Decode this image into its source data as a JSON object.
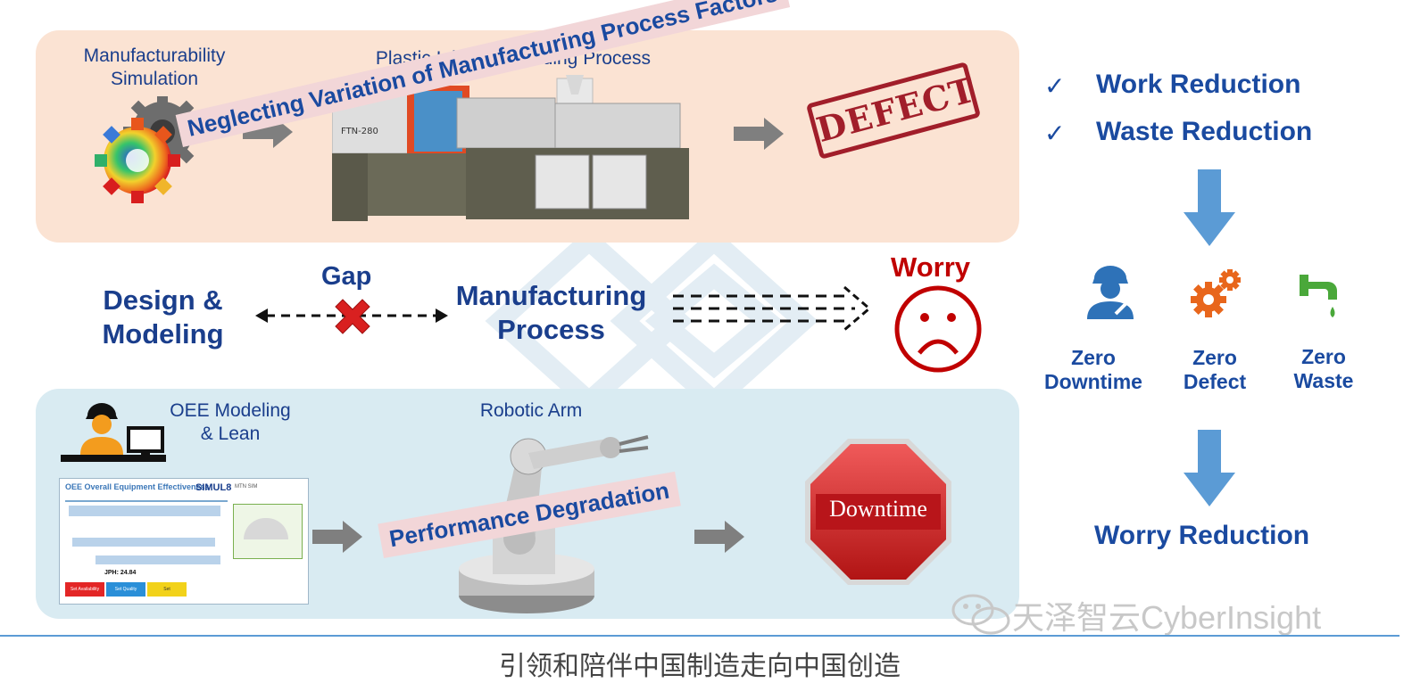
{
  "top_panel": {
    "sim_label_1": "Manufacturability",
    "sim_label_2": "Simulation",
    "process_label": "Plastic Injection-molding Process",
    "machine_brand": "FTN-280",
    "banner": "Neglecting Variation of Manufacturing Process Factors",
    "stamp": "DEFECT"
  },
  "middle": {
    "design_1": "Design &",
    "design_2": "Modeling",
    "gap": "Gap",
    "process_1": "Manufacturing",
    "process_2": "Process",
    "worry": "Worry"
  },
  "bottom_panel": {
    "oee_1": "OEE Modeling",
    "oee_2": "& Lean",
    "robot_label": "Robotic Arm",
    "oee_screen_title": "OEE Overall Equipment Effectiveness",
    "oee_logo": "SIMUL8",
    "oee_logo2": "MTN SIM",
    "oee_jph": "JPH: 24.84",
    "oee_btn_1": "Set Availability",
    "oee_btn_2": "Set Quality",
    "oee_btn_3": "Set",
    "banner": "Performance Degradation",
    "stop_sign": "Downtime"
  },
  "right_column": {
    "check_1": "Work Reduction",
    "check_2": "Waste Reduction",
    "zero_1a": "Zero",
    "zero_1b": "Downtime",
    "zero_2a": "Zero",
    "zero_2b": "Defect",
    "zero_3a": "Zero",
    "zero_3b": "Waste",
    "result": "Worry Reduction"
  },
  "footer": {
    "watermark": "天泽智云CyberInsight",
    "slogan": "引领和陪伴中国制造走向中国创造"
  },
  "colors": {
    "title_blue": "#1a3e8c",
    "accent_blue": "#5b9bd5",
    "red": "#c00000",
    "top_panel": "#fbe3d3",
    "bottom_panel": "#d9ebf2"
  }
}
